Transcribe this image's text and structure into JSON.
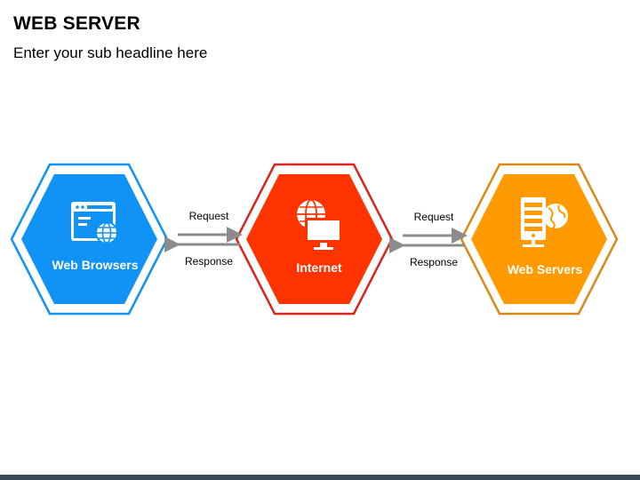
{
  "title": "WEB SERVER",
  "subtitle": "Enter your sub headline here",
  "nodes": [
    {
      "label": "Web Browsers",
      "icon": "browser-globe-icon",
      "fill": "#1192F5",
      "border": "#1192F5"
    },
    {
      "label": "Internet",
      "icon": "globe-monitor-icon",
      "fill": "#FF3300",
      "border": "#D7261E"
    },
    {
      "label": "Web Servers",
      "icon": "server-globe-icon",
      "fill": "#FF9A00",
      "border": "#D88A16"
    }
  ],
  "connectors": [
    {
      "top_label": "Request",
      "bottom_label": "Response"
    },
    {
      "top_label": "Request",
      "bottom_label": "Response"
    }
  ],
  "colors": {
    "arrow": "#8C8C8C",
    "footer": "#3D4A5A"
  }
}
